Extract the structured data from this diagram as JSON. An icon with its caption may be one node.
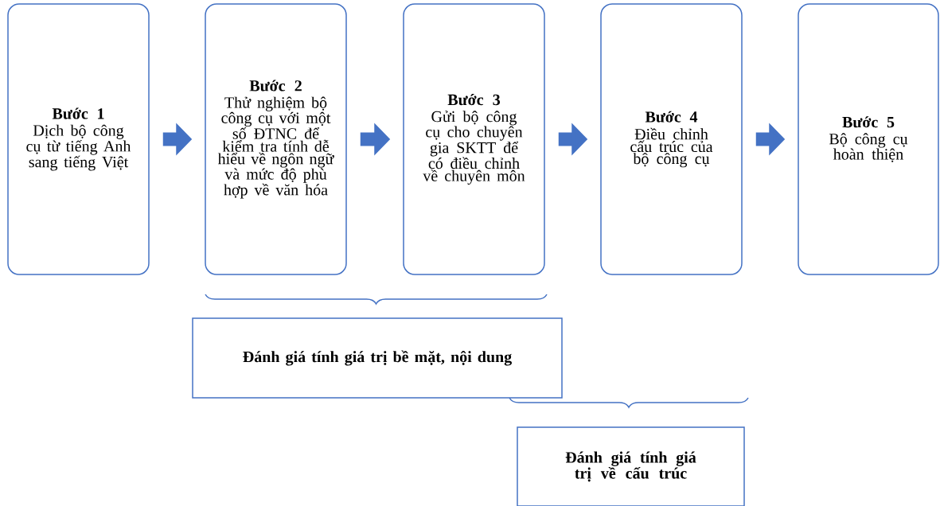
{
  "diagram": {
    "nodes": [
      {
        "text": [
          "Bước 1",
          "Dịch bộ công cụ từ tiếng Anh sang tiếng Việt"
        ]
      },
      {
        "text": [
          "Bước 2",
          "Thử nghiệm bộ công cụ với một số ĐTNC để kiểm tra tính dễ hiểu về ngôn ngữ và mức độ phù hợp về văn hóa"
        ]
      },
      {
        "text": [
          "Bước 3",
          "Gửi bộ công cụ cho chuyên gia SKTT để có điều chỉnh về chuyên môn"
        ]
      },
      {
        "text": [
          "Bước 4",
          "Điều chỉnh cấu trúc của bộ công cụ"
        ]
      },
      {
        "text": [
          "Bước 5",
          "Bộ công cụ hoàn thiện"
        ]
      },
      {
        "text": [
          "Đánh giá tính giá trị bề mặt, nội dung"
        ]
      },
      {
        "text": [
          "Đánh giá tính giá trị về cấu trúc"
        ]
      }
    ],
    "edges": [
      {
        "from": 0,
        "to": 1,
        "arrow": "to"
      },
      {
        "from": 1,
        "to": 2,
        "arrow": "to"
      },
      {
        "from": 2,
        "to": 3,
        "arrow": "to"
      },
      {
        "from": 3,
        "to": 4,
        "arrow": "to"
      }
    ]
  }
}
